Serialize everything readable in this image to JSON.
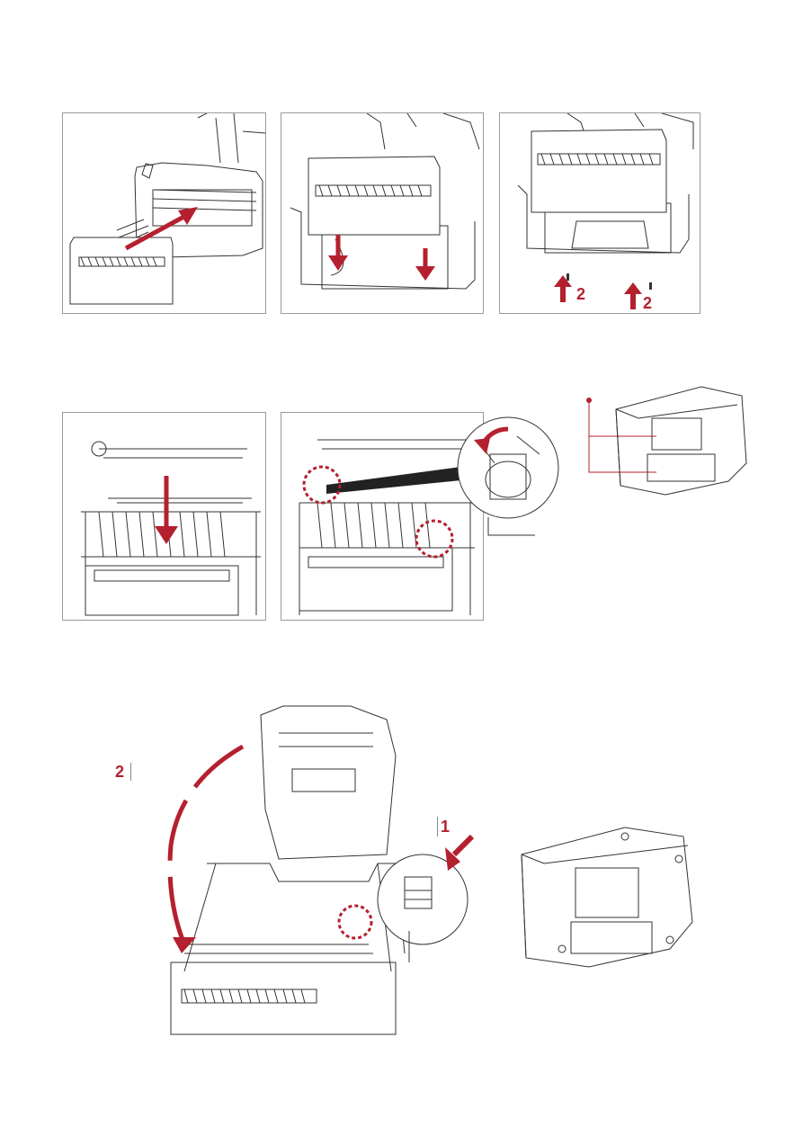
{
  "colors": {
    "accent": "#b5202e",
    "line": "#333333",
    "frame": "#9a9a9a"
  },
  "row1": {
    "panel3": {
      "label_left": "2",
      "label_right": "2"
    }
  },
  "row3": {
    "label_rotate": "2",
    "label_latch": "1"
  }
}
